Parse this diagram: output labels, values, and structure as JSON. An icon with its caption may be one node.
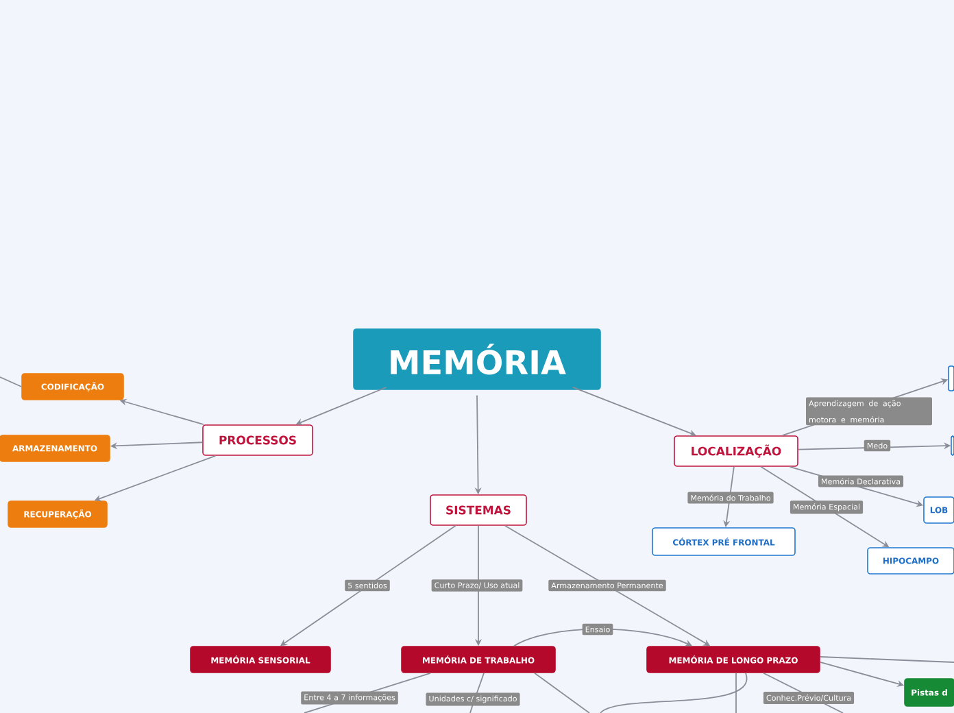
{
  "diagram": {
    "nodes": [
      {
        "text": [
          "MEMÓRIA"
        ]
      },
      {
        "text": [
          "PROCESSOS"
        ]
      },
      {
        "text": [
          "CODIFICAÇÃO"
        ]
      },
      {
        "text": [
          "ARMAZENAMENTO"
        ]
      },
      {
        "text": [
          "RECUPERAÇÃO"
        ]
      },
      {
        "text": [
          "SISTEMAS"
        ]
      },
      {
        "text": [
          "LOCALIZAÇÃO"
        ]
      },
      {
        "text": [
          "CÓRTEX PRÉ FRONTAL"
        ]
      },
      {
        "text": [
          "HIPOCAMPO"
        ]
      },
      {
        "text": [
          "LOB"
        ]
      },
      {
        "text": [],
        "shape": "box"
      },
      {
        "text": [],
        "shape": "box"
      },
      {
        "text": [
          "MEMÓRIA SENSORIAL"
        ]
      },
      {
        "text": [
          "MEMÓRIA DE TRABALHO"
        ]
      },
      {
        "text": [
          "MEMÓRIA DE LONGO PRAZO"
        ]
      },
      {
        "text": [
          "Pistas d"
        ]
      }
    ],
    "edges": [
      {
        "from": 0,
        "to": 1,
        "arrow": "to"
      },
      {
        "from": 0,
        "to": 5,
        "arrow": "to"
      },
      {
        "from": 0,
        "to": 6,
        "arrow": "to"
      },
      {
        "from": 1,
        "to": 2,
        "arrow": "to"
      },
      {
        "from": 1,
        "to": 3,
        "arrow": "to"
      },
      {
        "from": 1,
        "to": 4,
        "arrow": "to"
      },
      {
        "from": 2,
        "to": null,
        "arrow": "none"
      },
      {
        "from": 6,
        "to": 10,
        "arrow": "to",
        "label": "Aprendizagem de ação motora e memória"
      },
      {
        "from": 6,
        "to": 11,
        "arrow": "to",
        "label": "Medo"
      },
      {
        "from": 6,
        "to": 9,
        "arrow": "to",
        "label": "Memória Declarativa"
      },
      {
        "from": 6,
        "to": 8,
        "arrow": "to",
        "label": "Memória Espacial"
      },
      {
        "from": 6,
        "to": 7,
        "arrow": "to",
        "label": "Memória do Trabalho"
      },
      {
        "from": 5,
        "to": 12,
        "arrow": "to",
        "label": "5 sentidos"
      },
      {
        "from": 5,
        "to": 13,
        "arrow": "to",
        "label": "Curto Prazo/ Uso atual"
      },
      {
        "from": 5,
        "to": 14,
        "arrow": "to",
        "label": "Armazenamento Permanente"
      },
      {
        "from": 13,
        "to": 14,
        "arrow": "to",
        "label": "Ensaio"
      },
      {
        "from": 14,
        "to": 15,
        "arrow": "to"
      },
      {
        "from": 14,
        "to": null,
        "arrow": "none"
      },
      {
        "from": 14,
        "to": null,
        "arrow": "none"
      },
      {
        "from": 14,
        "to": null,
        "arrow": "none",
        "label": "Conhec.Prévio/Cultura"
      },
      {
        "from": 14,
        "to": null,
        "arrow": "none"
      },
      {
        "from": 13,
        "to": null,
        "arrow": "none",
        "label": "Entre 4 a 7 informações"
      },
      {
        "from": 13,
        "to": null,
        "arrow": "none",
        "label": "Unidades c/ significado"
      },
      {
        "from": 13,
        "to": null,
        "arrow": "none"
      }
    ]
  }
}
